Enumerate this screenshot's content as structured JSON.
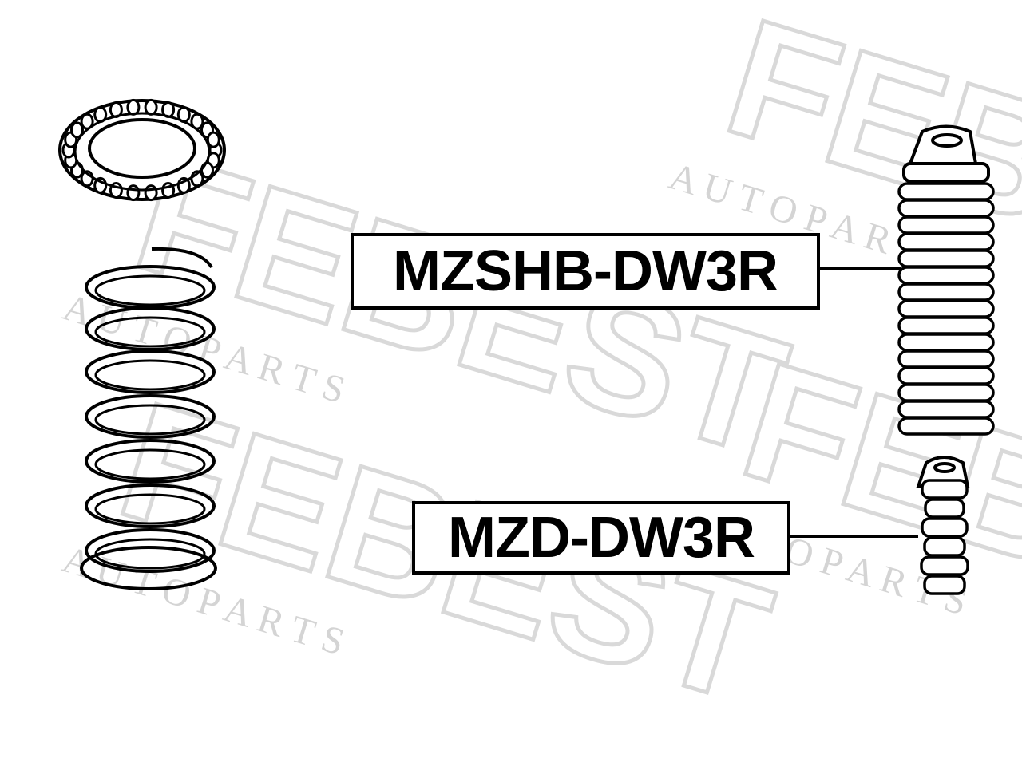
{
  "watermark": {
    "brand": "FEBEST",
    "tagline": "A U T O   P A R T S"
  },
  "labels": [
    {
      "text": "MZSHB-DW3R"
    },
    {
      "text": "MZD-DW3R"
    }
  ],
  "icons": [
    "spring-seat-icon",
    "coil-spring-icon",
    "dust-boot-icon",
    "bump-stop-icon"
  ],
  "colors": {
    "line": "#000000",
    "watermark": "#d9d9d9",
    "background": "#ffffff"
  }
}
